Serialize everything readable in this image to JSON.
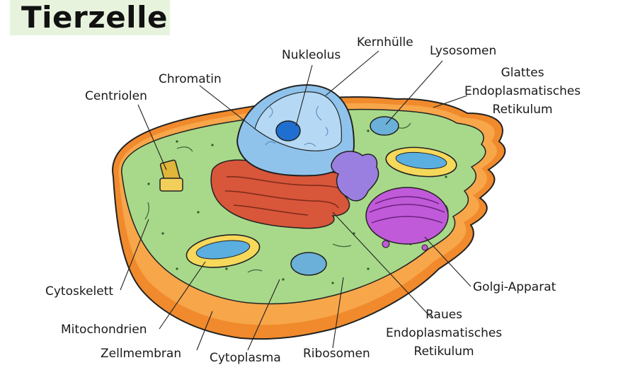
{
  "title": "Tierzelle",
  "labels": {
    "nukleolus": "Nukleolus",
    "kernhuelle": "Kernhülle",
    "lysosomen": "Lysosomen",
    "glattes_er": "Glattes\nEndoplasmatisches\nRetikulum",
    "chromatin": "Chromatin",
    "centriolen": "Centriolen",
    "golgi": "Golgi-Apparat",
    "raues_er": "Raues\nEndoplasmatisches\nRetikulum",
    "cytoskelett": "Cytoskelett",
    "mitochondrien": "Mitochondrien",
    "zellmembran": "Zellmembran",
    "cytoplasma": "Cytoplasma",
    "ribosomen": "Ribosomen"
  },
  "colors": {
    "membrane_outer": "#f08a2c",
    "membrane_inner": "#f7a64a",
    "cytoplasm": "#a8d98a",
    "nucleus": "#8fc3ec",
    "nucleolus": "#1f6fd0",
    "rough_er": "#d8563a",
    "golgi": "#c05ad8",
    "smooth_er": "#9b7fe0",
    "mitochondria": "#f6d85a",
    "mito_inner": "#5aaee0",
    "lysosome": "#6ab0d8",
    "centriole": "#e0b53a"
  }
}
